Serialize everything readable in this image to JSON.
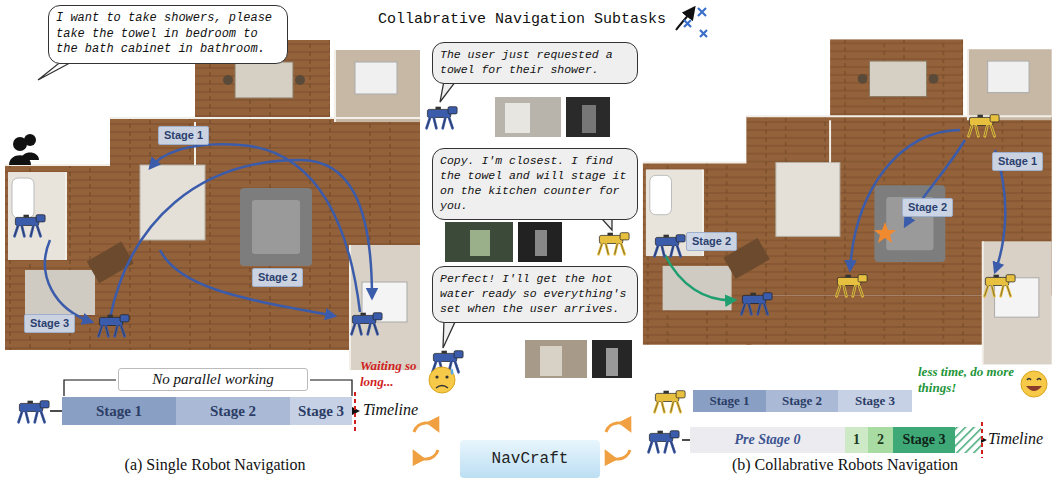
{
  "diagram": {
    "title": "Collabrative Navigation Subtasks",
    "nodes": [
      {
        "text": [
          "I want to take showers, please take the towel in bedroom to the bath cabinet in bathroom."
        ]
      },
      {
        "text": [
          "Stage 1"
        ]
      },
      {
        "text": [
          "Stage 2"
        ]
      },
      {
        "text": [
          "Stage 3"
        ]
      },
      {
        "text": [
          "The user just requested a towel for their shower."
        ]
      },
      {
        "text": [
          "Copy. I'm closest. I find the towel and will stage it on the kitchen counter for you."
        ]
      },
      {
        "text": [
          "Perfect! I'll get the hot water ready so everything's set when the user arrives."
        ]
      },
      {
        "text": [
          "Stage 1"
        ]
      },
      {
        "text": [
          "Stage 2"
        ]
      },
      {
        "text": [
          "Stage 2"
        ]
      },
      {
        "text": [
          "Stage 1"
        ]
      },
      {
        "text": [
          "Stage 2"
        ]
      },
      {
        "text": [
          "Stage 3"
        ]
      },
      {
        "text": [
          "Stage 1"
        ]
      },
      {
        "text": [
          "Stage 2"
        ]
      },
      {
        "text": [
          "Stage 3"
        ]
      },
      {
        "text": [
          "NavCraft"
        ]
      },
      {
        "text": [
          "Pre Stage 0"
        ]
      },
      {
        "text": [
          "1"
        ]
      },
      {
        "text": [
          "2"
        ]
      },
      {
        "text": [
          "Stage 3"
        ]
      }
    ],
    "labels": [
      "No parallel working",
      "Waiting so long...",
      "Timeline",
      "(a) Single Robot Navigation",
      "less time, do more things!",
      "Timeline",
      "(b) Collabrative Robots Navigation"
    ]
  }
}
